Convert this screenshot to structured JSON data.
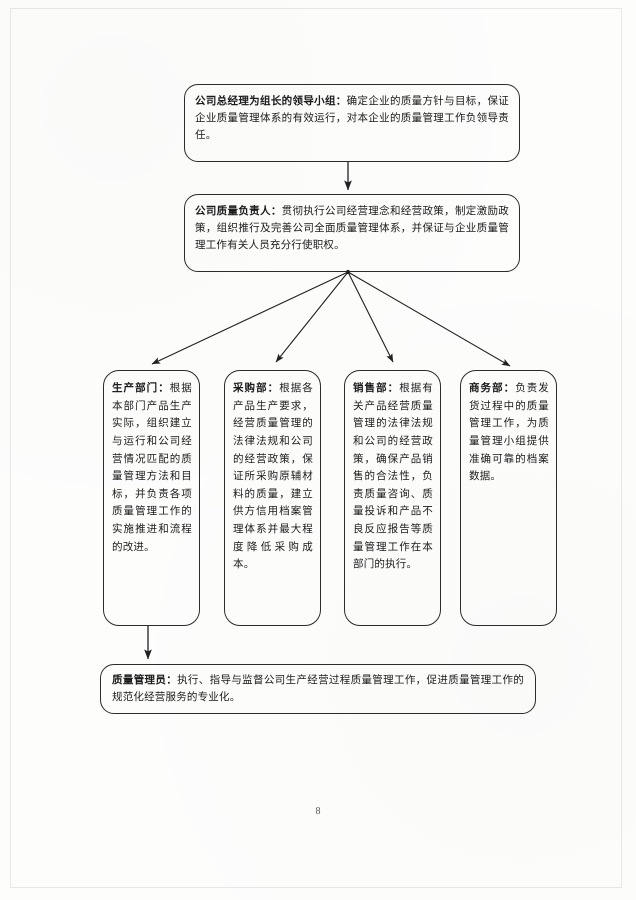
{
  "document": {
    "page_number": "8",
    "ink_color": "#1b1b1b",
    "line_color": "#2c2c2c"
  },
  "diagram_data": {
    "type": "flowchart",
    "orientation": "top-down",
    "nodes": [
      {
        "id": "leadership",
        "lead": "公司总经理为组长的领导小组：",
        "text": "确定企业的质量方针与目标，保证企业质量管理体系的有效运行，对本企业的质量管理工作负领导责任。"
      },
      {
        "id": "quality_officer",
        "lead": "公司质量负责人：",
        "text": "贯彻执行公司经营理念和经营政策，制定激励政策，组织推行及完善公司全面质量管理体系，并保证与企业质量管理工作有关人员充分行使职权。"
      },
      {
        "id": "production",
        "lead": "生产部门：",
        "text": "根据本部门产品生产实际，组织建立与运行和公司经营情况匹配的质量管理方法和目标，并负责各项质量管理工作的实施推进和流程的改进。"
      },
      {
        "id": "purchasing",
        "lead": "采购部：",
        "text": "根据各产品生产要求，经营质量管理的法律法规和公司的经营政策，保证所采购原辅材料的质量，建立供方信用档案管理体系并最大程度降低采购成本。"
      },
      {
        "id": "sales",
        "lead": "销售部：",
        "text": "根据有关产品经营质量管理的法律法规和公司的经营政策，确保产品销售的合法性，负责质量咨询、质量投诉和产品不良反应报告等质量管理工作在本部门的执行。"
      },
      {
        "id": "business",
        "lead": "商务部：",
        "text": "负责发货过程中的质量管理工作，为质量管理小组提供准确可靠的档案数据。"
      },
      {
        "id": "quality_manager",
        "lead": "质量管理员：",
        "text": "执行、指导与监督公司生产经营过程质量管理工作，促进质量管理工作的规范化经营服务的专业化。"
      }
    ],
    "edges": [
      {
        "from": "leadership",
        "to": "quality_officer",
        "style": "straight-arrow"
      },
      {
        "from": "quality_officer",
        "to": "production",
        "style": "diagonal-arrow"
      },
      {
        "from": "quality_officer",
        "to": "purchasing",
        "style": "diagonal-arrow"
      },
      {
        "from": "quality_officer",
        "to": "sales",
        "style": "diagonal-arrow"
      },
      {
        "from": "quality_officer",
        "to": "business",
        "style": "diagonal-arrow"
      },
      {
        "from": "production",
        "to": "quality_manager",
        "style": "straight-arrow"
      }
    ]
  }
}
